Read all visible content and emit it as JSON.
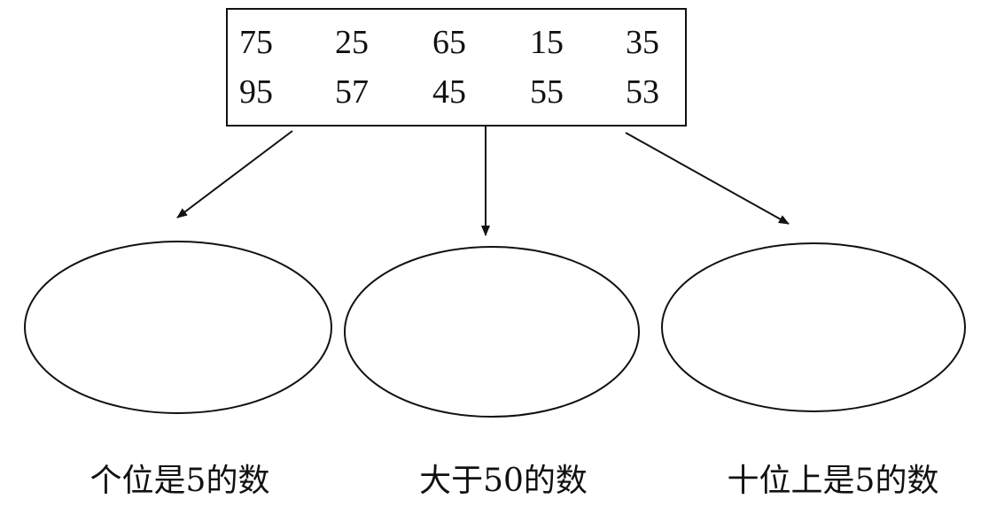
{
  "numbers_box": {
    "rows": [
      [
        "75",
        "25",
        "65",
        "15",
        "35"
      ],
      [
        "95",
        "57",
        "45",
        "55",
        "53"
      ]
    ]
  },
  "categories": [
    {
      "label": "个位是5的数"
    },
    {
      "label": "大于50的数"
    },
    {
      "label": "十位上是5的数"
    }
  ]
}
